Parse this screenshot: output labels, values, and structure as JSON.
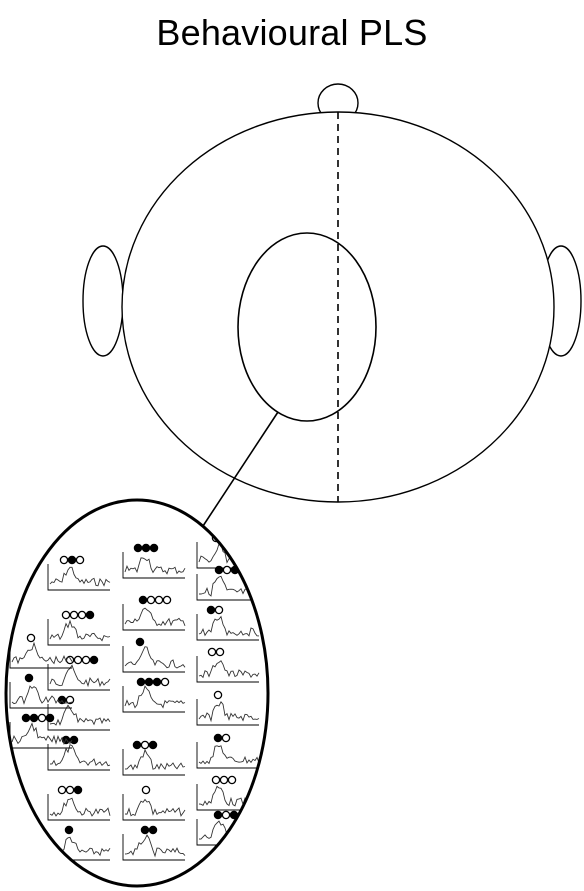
{
  "title": "Behavioural PLS",
  "colors": {
    "stroke": "#000000",
    "background": "#ffffff",
    "waveform": "#333333"
  },
  "icons": {
    "head": "head-outline-top-view",
    "inset": "zoomed-electrode-array"
  }
}
